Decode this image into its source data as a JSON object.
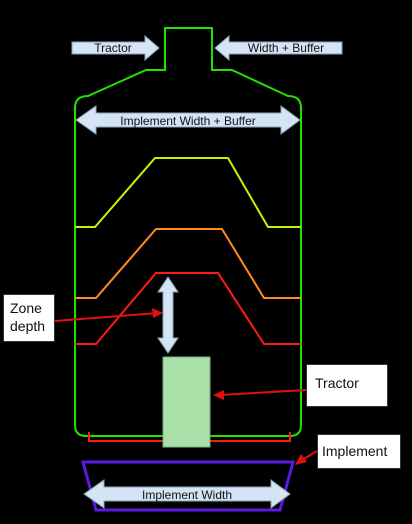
{
  "arrows": {
    "tractor_top": "Tractor",
    "width_buffer": "Width + Buffer",
    "implement_width_buffer": "Implement Width + Buffer",
    "implement_width": "Implement Width"
  },
  "callouts": {
    "zone_depth_line1": "Zone",
    "zone_depth_line2": "depth",
    "tractor": "Tractor",
    "implement": "Implement"
  },
  "colors": {
    "background": "#000000",
    "boundary": "#22e000",
    "yellow_zone": "#c8f000",
    "orange_zone": "#ff8c1a",
    "red_zone": "#ff1a1a",
    "tractor_fill": "#a8e0a8",
    "arrow_fill": "#d4e4f4",
    "implement_outline": "#5a1ae0",
    "pointer": "#e01010"
  }
}
